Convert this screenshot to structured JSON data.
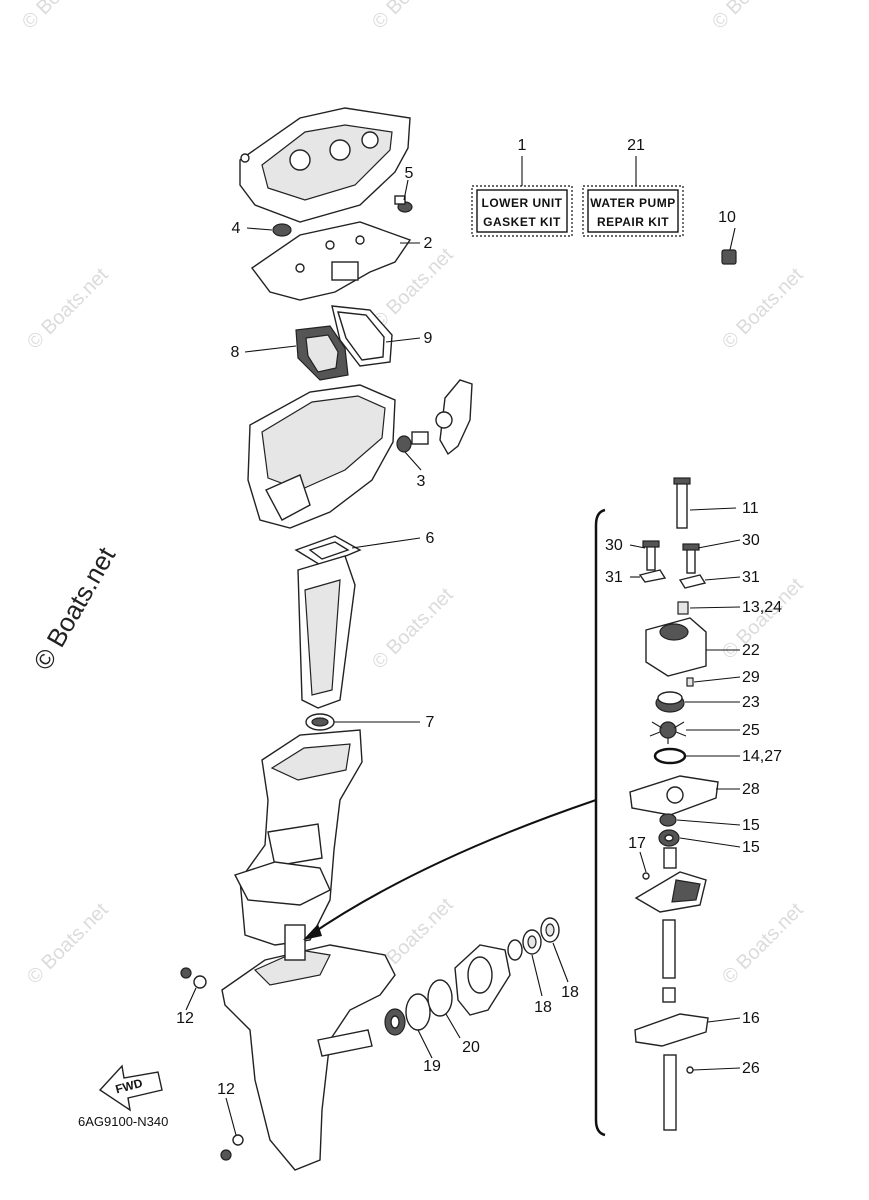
{
  "watermark": {
    "text": "© Boats.net",
    "large_text": "© Boats.net"
  },
  "kits": [
    {
      "callout": "1",
      "line1": "LOWER UNIT",
      "line2": "GASKET KIT"
    },
    {
      "callout": "21",
      "line1": "WATER PUMP",
      "line2": "REPAIR KIT"
    }
  ],
  "callouts": {
    "c2": "2",
    "c3": "3",
    "c4": "4",
    "c5": "5",
    "c6": "6",
    "c7": "7",
    "c8": "8",
    "c9": "9",
    "c10": "10",
    "c11": "11",
    "c12a": "12",
    "c12b": "12",
    "c13_24": "13,24",
    "c14_27": "14,27",
    "c15a": "15",
    "c15b": "15",
    "c16": "16",
    "c17": "17",
    "c18a": "18",
    "c18b": "18",
    "c19": "19",
    "c20": "20",
    "c22": "22",
    "c23": "23",
    "c25": "25",
    "c26": "26",
    "c28": "28",
    "c29": "29",
    "c30a": "30",
    "c30b": "30",
    "c31a": "31",
    "c31b": "31"
  },
  "fwd_label": "FWD",
  "diagram_code": "6AG9100-N340"
}
